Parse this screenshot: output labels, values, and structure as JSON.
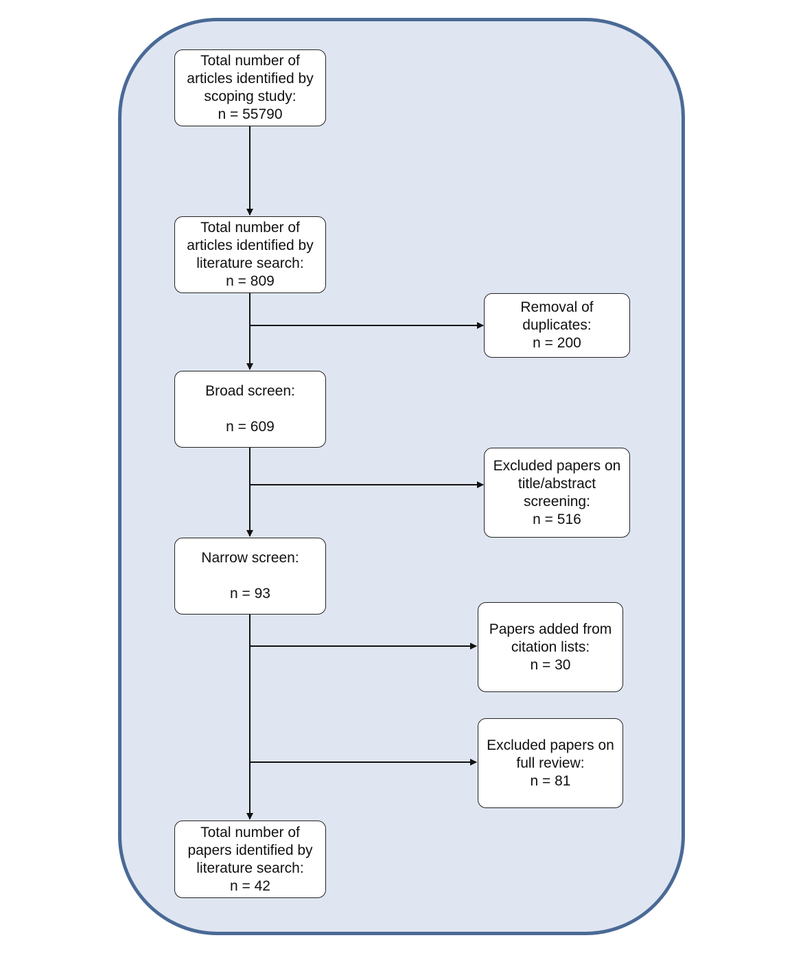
{
  "boxes": {
    "scoping": {
      "lines": [
        "Total number of",
        "articles identified by",
        "scoping study:",
        "n = 55790"
      ]
    },
    "literature": {
      "lines": [
        "Total number of",
        "articles identified by",
        "literature search:",
        "n = 809"
      ]
    },
    "duplicates": {
      "lines": [
        "Removal of",
        "duplicates:",
        "n = 200"
      ]
    },
    "broad": {
      "line1": "Broad screen:",
      "line2": "n = 609"
    },
    "excluded_abstract": {
      "lines": [
        "Excluded papers on",
        "title/abstract",
        "screening:",
        "n = 516"
      ]
    },
    "narrow": {
      "line1": "Narrow screen:",
      "line2": "n = 93"
    },
    "citation": {
      "lines": [
        "Papers added from",
        "citation lists:",
        "n = 30"
      ]
    },
    "excluded_full": {
      "lines": [
        "Excluded papers on",
        "full review:",
        "n = 81"
      ]
    },
    "final": {
      "lines": [
        "Total number of",
        "papers identified by",
        "literature search:",
        "n = 42"
      ]
    }
  },
  "colors": {
    "panel_fill": "#dfe6f1",
    "panel_border": "#4a6a96",
    "box_fill": "#ffffff",
    "line": "#111111"
  }
}
